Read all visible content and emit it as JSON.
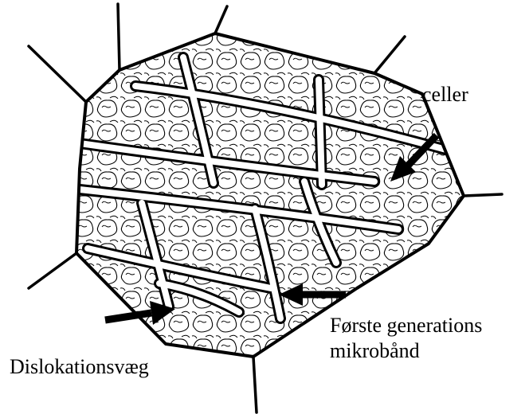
{
  "labels": {
    "cells": "celler",
    "first_generation_line1": "Første generations",
    "first_generation_line2": "mikrobånd",
    "dislocation_wall": "Dislokationsvæg"
  },
  "colors": {
    "ink": "#000000",
    "background": "#ffffff"
  }
}
